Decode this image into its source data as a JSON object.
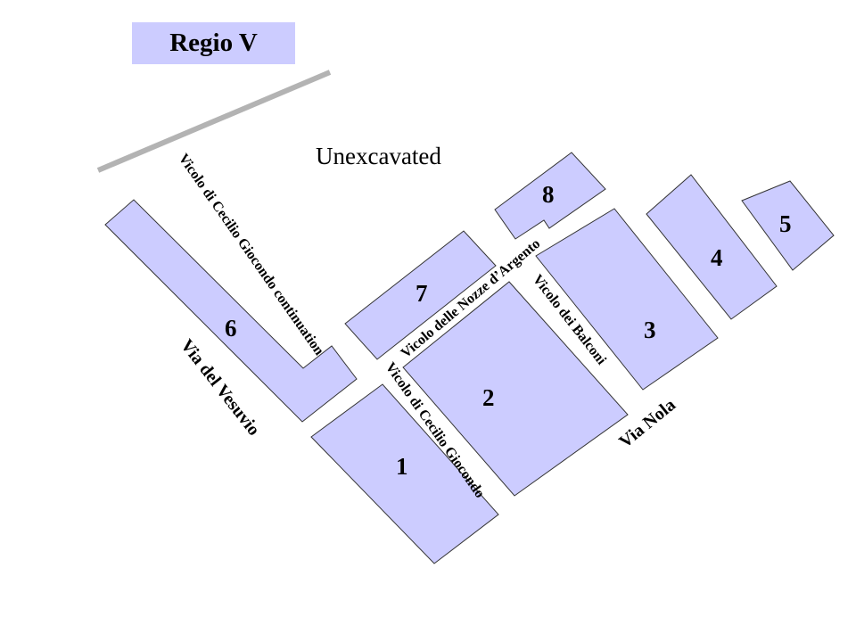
{
  "map": {
    "title": "Regio V",
    "unexcavated_label": "Unexcavated",
    "block_color": "#ccccff",
    "boundary_color": "#b3b3b3",
    "blocks": [
      {
        "id": "1",
        "label": "1"
      },
      {
        "id": "2",
        "label": "2"
      },
      {
        "id": "3",
        "label": "3"
      },
      {
        "id": "4",
        "label": "4"
      },
      {
        "id": "5",
        "label": "5"
      },
      {
        "id": "6",
        "label": "6"
      },
      {
        "id": "7",
        "label": "7"
      },
      {
        "id": "8",
        "label": "8"
      }
    ],
    "streets": {
      "via_del_vesuvio": "Via del Vesuvio",
      "via_nola": "Via Nola",
      "vicolo_cecilio_continuation": "Vicolo di Cecilio Giocondo continuation",
      "vicolo_cecilio": "Vicolo di Cecilio Giocondo",
      "vicolo_nozze": "Vicolo delle Nozze d’Argento",
      "vicolo_balconi": "Vicolo dei Balconi"
    }
  }
}
